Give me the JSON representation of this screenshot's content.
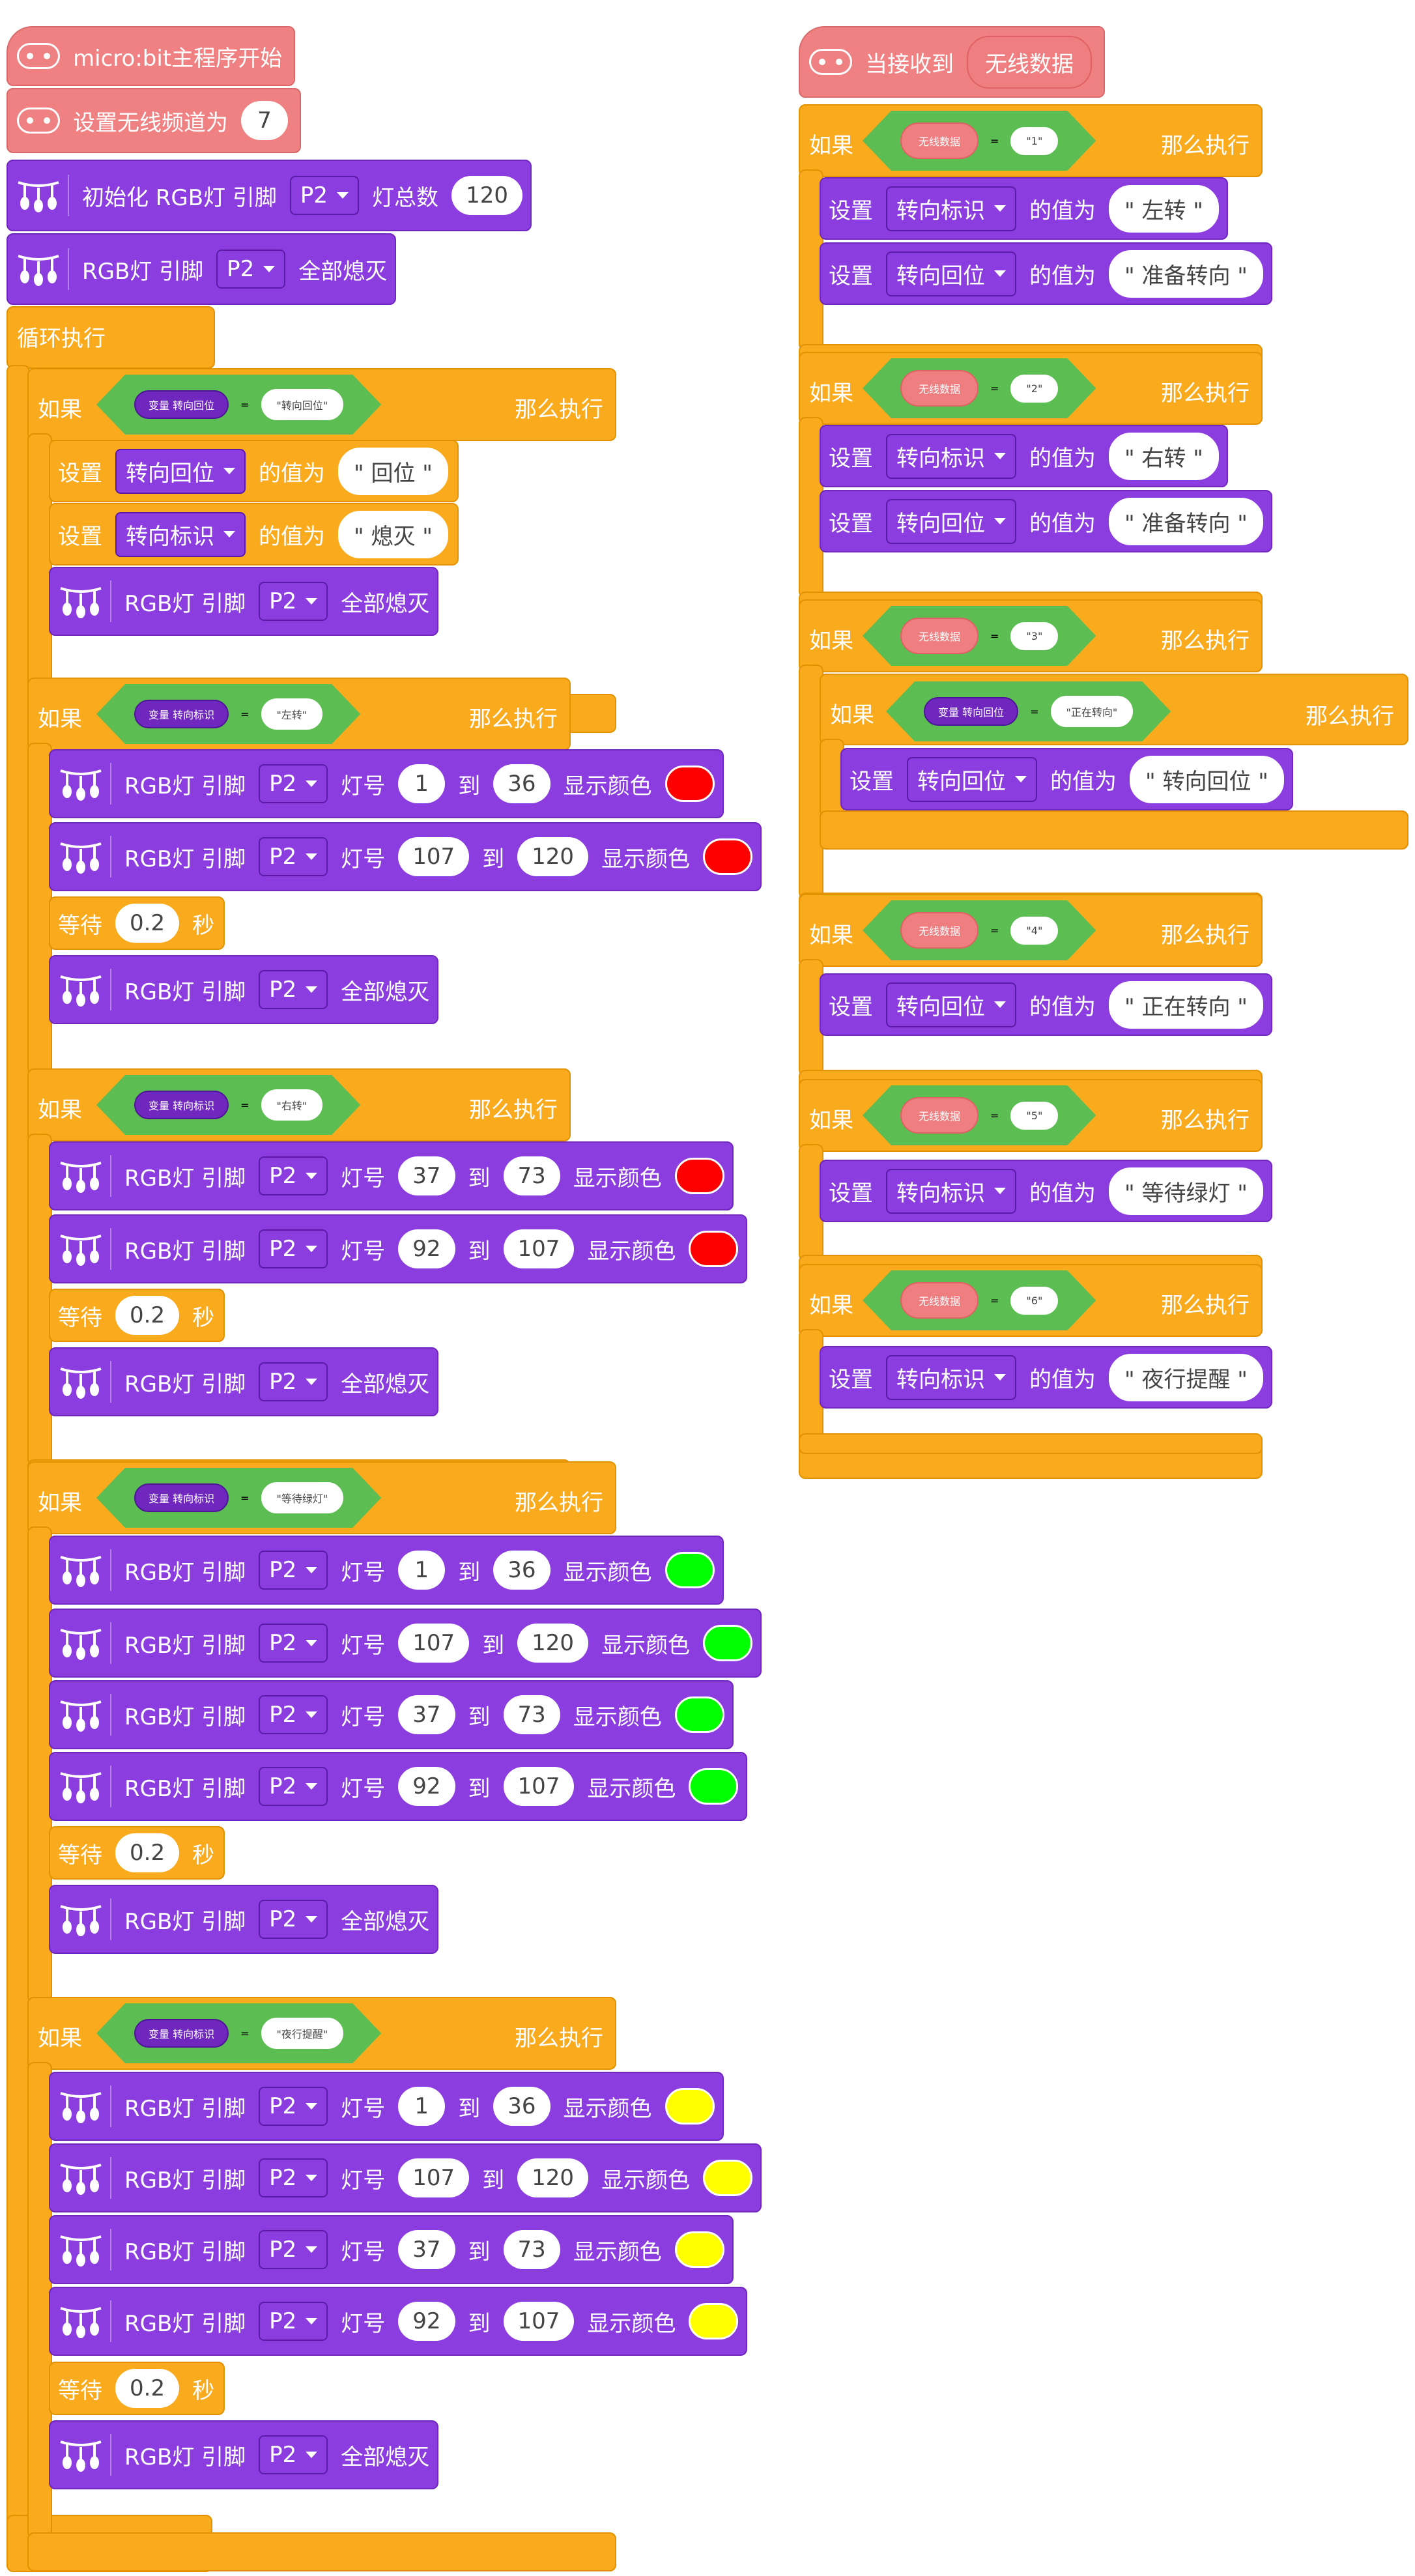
{
  "left": {
    "start": "micro:bit主程序开始",
    "set_channel": {
      "label": "设置无线频道为",
      "value": "7"
    },
    "init_rgb": {
      "label": "初始化 RGB灯 引脚",
      "pin": "P2",
      "count_label": "灯总数",
      "count": "120"
    },
    "all_off_top": {
      "label": "RGB灯 引脚",
      "pin": "P2",
      "action": "全部熄灭"
    },
    "loop": "循环执行",
    "if1": {
      "if": "如果",
      "var": "变量 转向回位",
      "eq": "=",
      "str": "\"转向回位\"",
      "then": "那么执行",
      "set1": {
        "label": "设置",
        "var": "转向回位",
        "mid": "的值为",
        "value": "\" 回位 \""
      },
      "set2": {
        "label": "设置",
        "var": "转向标识",
        "mid": "的值为",
        "value": "\" 熄灭 \""
      },
      "off": {
        "label": "RGB灯 引脚",
        "pin": "P2",
        "action": "全部熄灭"
      }
    },
    "common": {
      "rgb": "RGB灯 引脚",
      "pin": "P2",
      "lamp": "灯号",
      "to": "到",
      "show": "显示颜色",
      "wait": "等待",
      "sec": "秒",
      "wait_val": "0.2",
      "off": "全部熄灭"
    },
    "if2": {
      "if": "如果",
      "var": "变量 转向标识",
      "eq": "=",
      "str": "\"左转\"",
      "then": "那么执行",
      "ranges": [
        {
          "from": "1",
          "to": "36"
        },
        {
          "from": "107",
          "to": "120"
        }
      ],
      "color": "#ff0000"
    },
    "if3": {
      "if": "如果",
      "var": "变量 转向标识",
      "eq": "=",
      "str": "\"右转\"",
      "then": "那么执行",
      "ranges": [
        {
          "from": "37",
          "to": "73"
        },
        {
          "from": "92",
          "to": "107"
        }
      ],
      "color": "#ff0000"
    },
    "if4": {
      "if": "如果",
      "var": "变量 转向标识",
      "eq": "=",
      "str": "\"等待绿灯\"",
      "then": "那么执行",
      "ranges": [
        {
          "from": "1",
          "to": "36"
        },
        {
          "from": "107",
          "to": "120"
        },
        {
          "from": "37",
          "to": "73"
        },
        {
          "from": "92",
          "to": "107"
        }
      ],
      "color": "#00ff00"
    },
    "if5": {
      "if": "如果",
      "var": "变量 转向标识",
      "eq": "=",
      "str": "\"夜行提醒\"",
      "then": "那么执行",
      "ranges": [
        {
          "from": "1",
          "to": "36"
        },
        {
          "from": "107",
          "to": "120"
        },
        {
          "from": "37",
          "to": "73"
        },
        {
          "from": "92",
          "to": "107"
        }
      ],
      "color": "#ffff00"
    }
  },
  "right": {
    "hat": {
      "label": "当接收到",
      "pill": "无线数据"
    },
    "common": {
      "if": "如果",
      "data": "无线数据",
      "eq": "=",
      "then": "那么执行",
      "set": "设置",
      "mid": "的值为"
    },
    "cases": [
      {
        "value": "\"1\"",
        "sets": [
          {
            "var": "转向标识",
            "value": "\" 左转 \""
          },
          {
            "var": "转向回位",
            "value": "\" 准备转向 \""
          }
        ]
      },
      {
        "value": "\"2\"",
        "sets": [
          {
            "var": "转向标识",
            "value": "\" 右转 \""
          },
          {
            "var": "转向回位",
            "value": "\" 准备转向 \""
          }
        ]
      },
      {
        "value": "\"3\"",
        "nested": {
          "var": "变量 转向回位",
          "str": "\"正在转向\"",
          "set": {
            "var": "转向回位",
            "value": "\" 转向回位 \""
          }
        }
      },
      {
        "value": "\"4\"",
        "sets": [
          {
            "var": "转向回位",
            "value": "\" 正在转向 \""
          }
        ]
      },
      {
        "value": "\"5\"",
        "sets": [
          {
            "var": "转向标识",
            "value": "\" 等待绿灯 \""
          }
        ]
      },
      {
        "value": "\"6\"",
        "sets": [
          {
            "var": "转向标识",
            "value": "\" 夜行提醒 \""
          }
        ]
      }
    ]
  },
  "colors": {
    "event": "#ef8183",
    "rgb": "#8b3ddf",
    "control": "#f9ab1d",
    "logic": "#5cbd52",
    "variable": "#6f27bd",
    "red": "#ff0000",
    "green": "#00ff00",
    "yellow": "#ffff00"
  }
}
